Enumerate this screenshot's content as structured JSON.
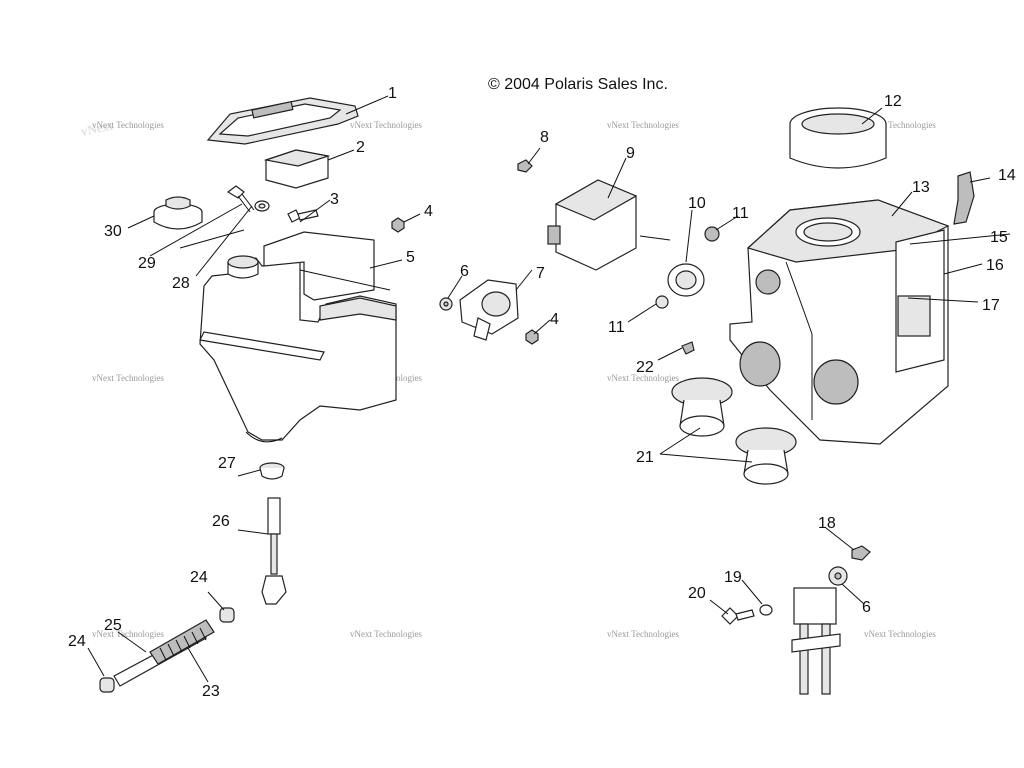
{
  "copyright": "© 2004 Polaris Sales Inc.",
  "watermark": "vNext Technologies",
  "callouts": {
    "c1": "1",
    "c2": "2",
    "c3": "3",
    "c4a": "4",
    "c4b": "4",
    "c5": "5",
    "c6a": "6",
    "c6b": "6",
    "c7": "7",
    "c8": "8",
    "c9": "9",
    "c10": "10",
    "c11a": "11",
    "c11b": "11",
    "c12": "12",
    "c13": "13",
    "c14": "14",
    "c15": "15",
    "c16": "16",
    "c17": "17",
    "c18": "18",
    "c19": "19",
    "c20": "20",
    "c21": "21",
    "c22": "22",
    "c23": "23",
    "c24a": "24",
    "c24b": "24",
    "c25": "25",
    "c26": "26",
    "c27": "27",
    "c28": "28",
    "c29": "29",
    "c30": "30"
  }
}
